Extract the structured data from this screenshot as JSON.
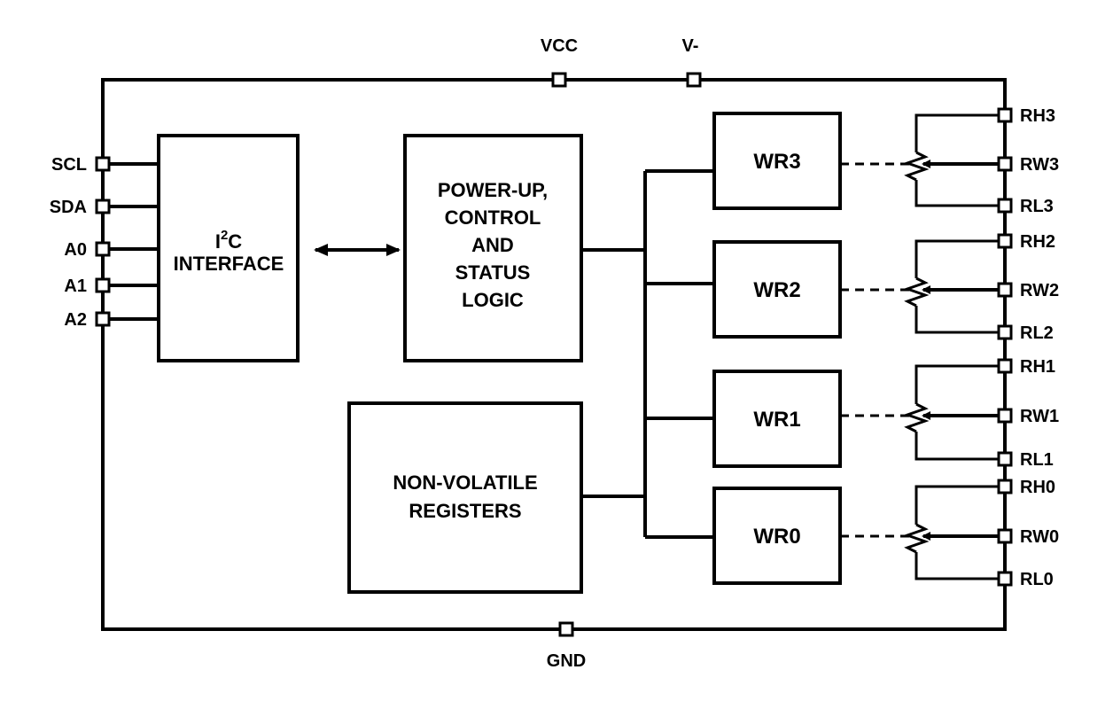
{
  "power_pins": {
    "vcc": "VCC",
    "vneg": "V-",
    "gnd": "GND"
  },
  "left_pins": [
    "SCL",
    "SDA",
    "A0",
    "A1",
    "A2"
  ],
  "blocks": {
    "i2c_base": "I",
    "i2c_sup": "2",
    "i2c_tail": "C",
    "i2c_line2": "INTERFACE",
    "control": [
      "POWER-UP,",
      "CONTROL",
      "AND",
      "STATUS",
      "LOGIC"
    ],
    "nvreg": [
      "NON-VOLATILE",
      "REGISTERS"
    ]
  },
  "wiper_registers": [
    "WR3",
    "WR2",
    "WR1",
    "WR0"
  ],
  "right_pins": [
    {
      "rh": "RH3",
      "rw": "RW3",
      "rl": "RL3"
    },
    {
      "rh": "RH2",
      "rw": "RW2",
      "rl": "RL2"
    },
    {
      "rh": "RH1",
      "rw": "RW1",
      "rl": "RL1"
    },
    {
      "rh": "RH0",
      "rw": "RW0",
      "rl": "RL0"
    }
  ]
}
